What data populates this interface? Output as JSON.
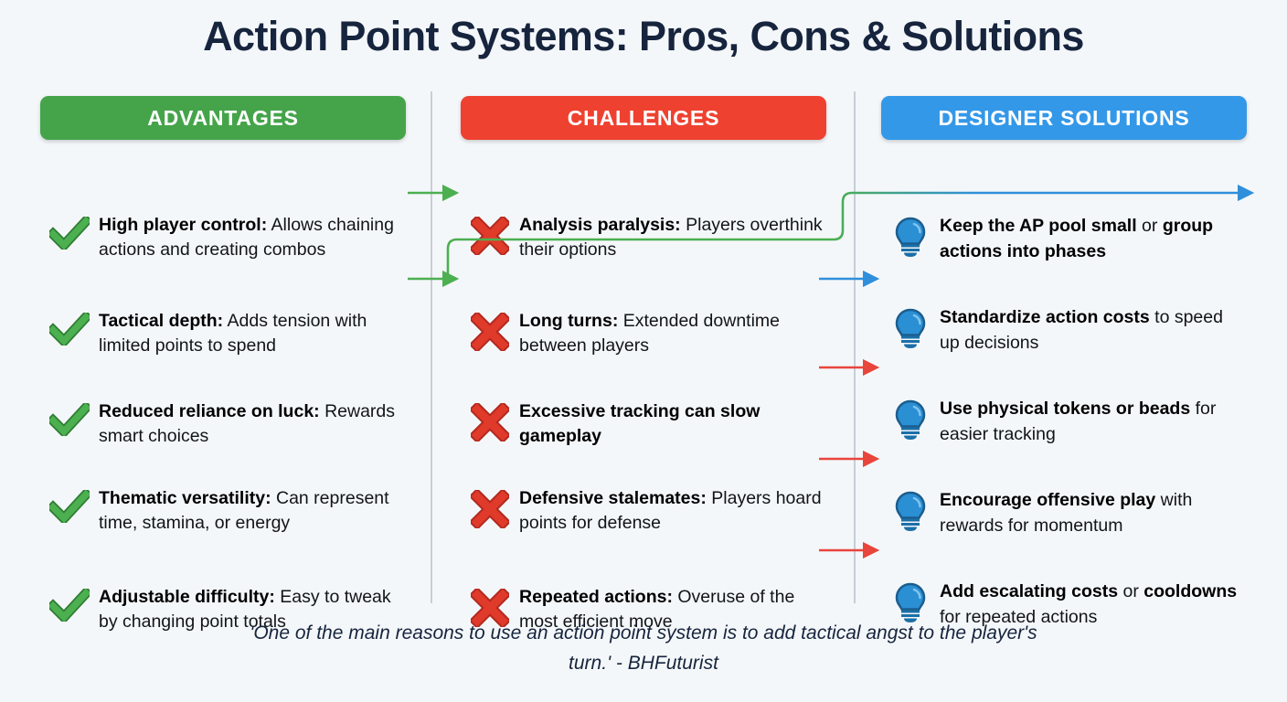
{
  "title": "Action Point Systems: Pros, Cons & Solutions",
  "colors": {
    "background": "#f4f7fa",
    "title": "#16243d",
    "advantages": "#45a44a",
    "challenges": "#ef4130",
    "solutions": "#3498e8",
    "divider": "#c8ced6",
    "arrow_green": "#4caf50",
    "arrow_red": "#e8453c",
    "arrow_blue": "#2f8fdb"
  },
  "columns": {
    "advantages": {
      "header": "ADVANTAGES",
      "icon": "check-icon",
      "items": [
        {
          "lead": "High player control:",
          "rest": " Allows chaining actions and creating combos"
        },
        {
          "lead": "Tactical depth:",
          "rest": " Adds tension with limited points to spend"
        },
        {
          "lead": "Reduced reliance on luck:",
          "rest": " Rewards smart choices"
        },
        {
          "lead": "Thematic versatility:",
          "rest": " Can represent time, stamina, or energy"
        },
        {
          "lead": "Adjustable difficulty:",
          "rest": " Easy to tweak by changing point totals"
        }
      ]
    },
    "challenges": {
      "header": "CHALLENGES",
      "icon": "cross-icon",
      "items": [
        {
          "lead": "Analysis paralysis:",
          "rest": " Players overthink their options"
        },
        {
          "lead": "Long turns:",
          "rest": " Extended downtime between players"
        },
        {
          "lead": "Excessive tracking can slow gameplay",
          "rest": ""
        },
        {
          "lead": "Defensive stalemates:",
          "rest": " Players hoard points for defense"
        },
        {
          "lead": "Repeated actions:",
          "rest": " Overuse of the most efficient move"
        }
      ]
    },
    "solutions": {
      "header": "DESIGNER SOLUTIONS",
      "icon": "lightbulb-icon",
      "items": [
        {
          "lead": "Keep the AP pool small",
          "rest": " or ",
          "lead2": "group actions into phases",
          "rest2": ""
        },
        {
          "lead": "Standardize action costs",
          "rest": " to speed up decisions"
        },
        {
          "lead": "Use physical tokens or beads",
          "rest": " for easier tracking"
        },
        {
          "lead": "Encourage offensive play",
          "rest": " with rewards for momentum"
        },
        {
          "lead": "Add escalating costs",
          "rest": " or ",
          "lead2": "cooldowns",
          "rest2": " for repeated actions"
        }
      ]
    }
  },
  "quote": "'One of the main reasons to use an action point system is to add tactical angst to the player's turn.' - BHFuturist"
}
